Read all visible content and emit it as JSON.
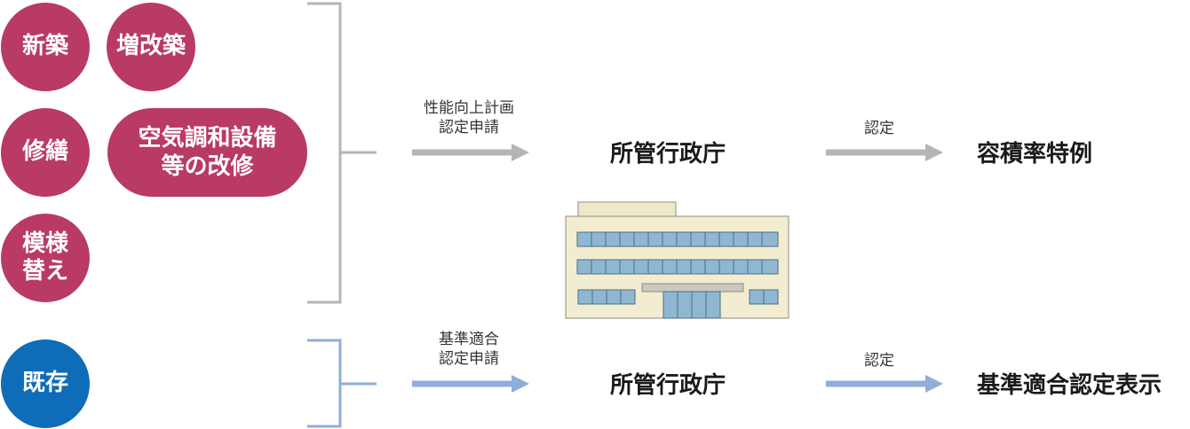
{
  "categories": {
    "new": "新築",
    "extension": "増改築",
    "repair": "修繕",
    "hvac_line1": "空気調和設備",
    "hvac_line2": "等の改修",
    "remodel_line1": "模様",
    "remodel_line2": "替え",
    "existing": "既存"
  },
  "flows": {
    "top": {
      "request_line1": "性能向上計画",
      "request_line2": "認定申請",
      "authority": "所管行政庁",
      "result_label": "認定",
      "result": "容積率特例"
    },
    "bottom": {
      "request_line1": "基準適合",
      "request_line2": "認定申請",
      "authority": "所管行政庁",
      "result_label": "認定",
      "result": "基準適合認定表示"
    }
  },
  "colors": {
    "magenta": "#b93a63",
    "blue": "#0f6cb8",
    "gray_line": "#b5b5b5",
    "blue_line": "#8faed8"
  },
  "icons": {
    "building": "government-building-icon"
  }
}
